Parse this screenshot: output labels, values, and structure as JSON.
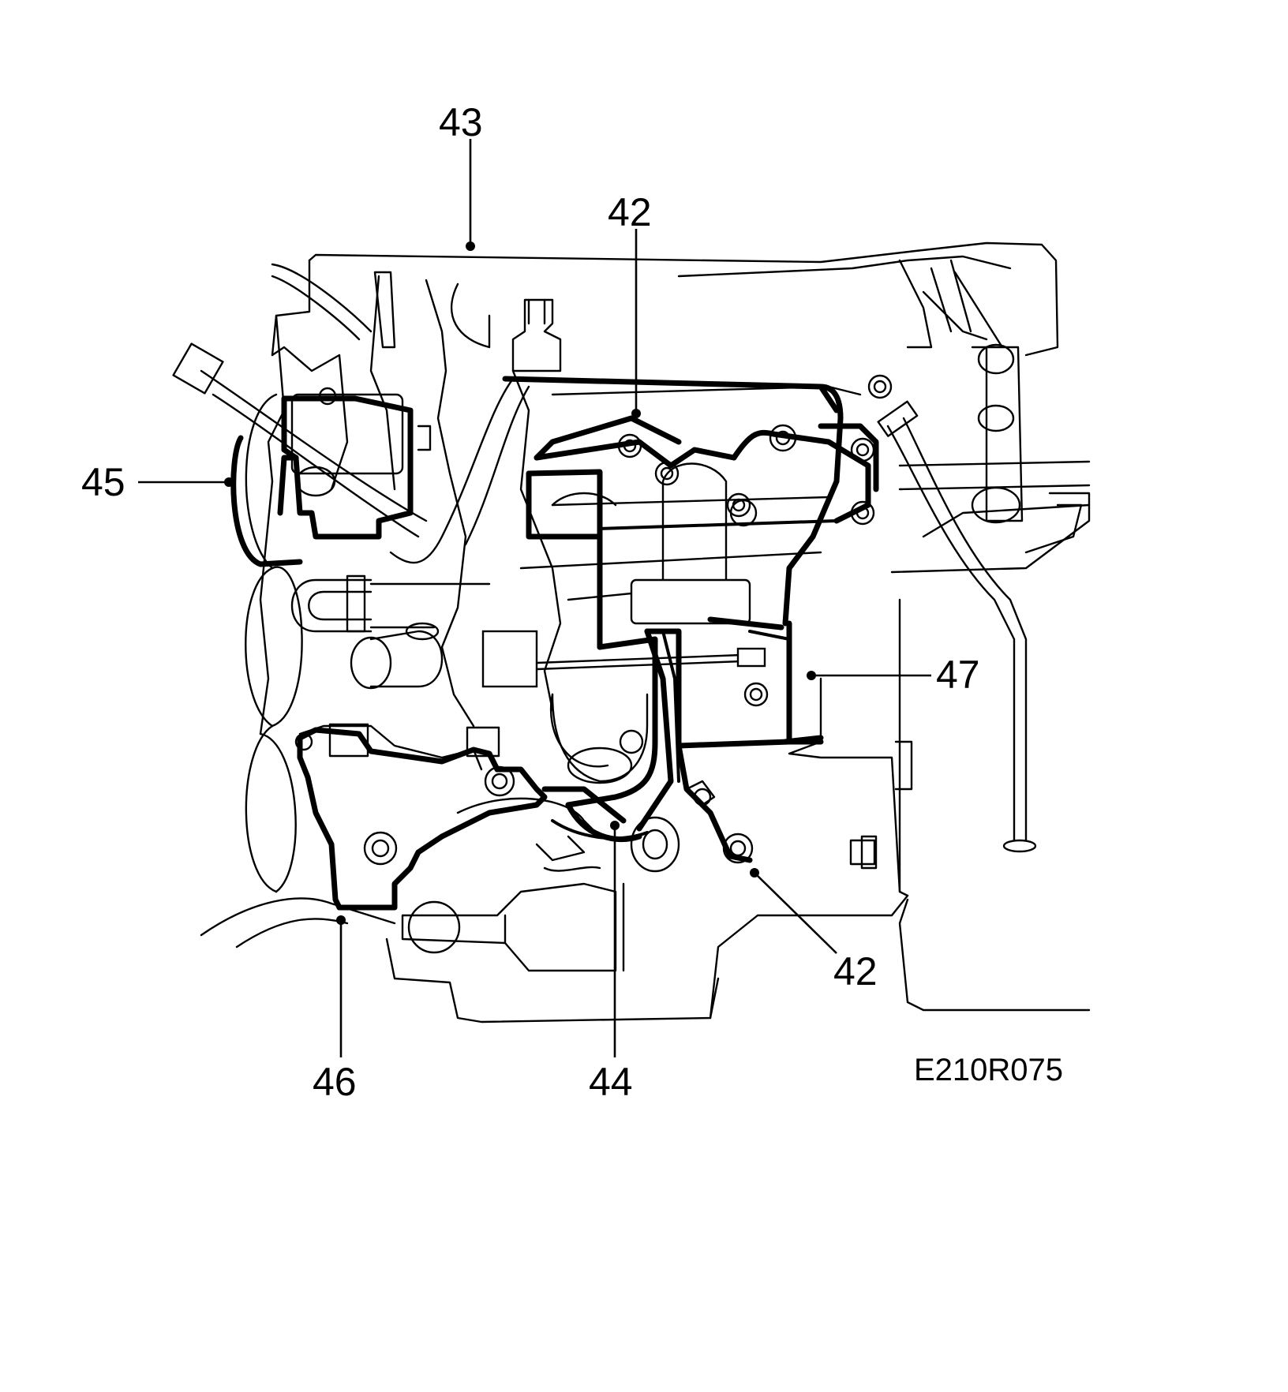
{
  "figure": {
    "code": "E210R075",
    "colors": {
      "line": "#000000",
      "background": "#ffffff"
    }
  },
  "callouts": {
    "c42_top": "42",
    "c42_bottom": "42",
    "c43": "43",
    "c44": "44",
    "c45": "45",
    "c46": "46",
    "c47": "47"
  }
}
